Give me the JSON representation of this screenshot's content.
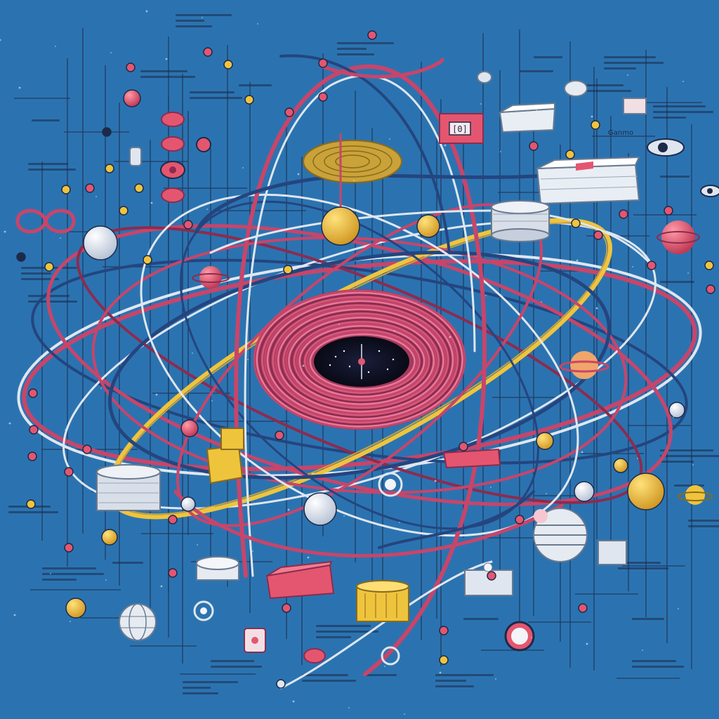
{
  "palette": {
    "background": "#2b73b0",
    "background_dark": "#1f5f98",
    "wire_red": "#c8456a",
    "wire_red_dark": "#8c2c4f",
    "wire_navy": "#24457f",
    "wire_light": "#dfe6ef",
    "accent_yellow": "#efc43d",
    "accent_gold": "#c9a23a",
    "accent_pink": "#e4566f",
    "node_white": "#f2f4f8",
    "void_black": "#0b0c1f",
    "label_ink": "#1c2a4a"
  },
  "scene": {
    "center_element": "wire-vortex",
    "icons": [
      "planet-icon",
      "sphere-icon",
      "coil-icon",
      "eye-icon",
      "infinity-icon",
      "cube-icon",
      "chip-icon",
      "cylinder-icon",
      "globe-icon",
      "node-icon"
    ]
  },
  "labels": {
    "box_label": "[0]",
    "note_label": "Ganmo"
  }
}
